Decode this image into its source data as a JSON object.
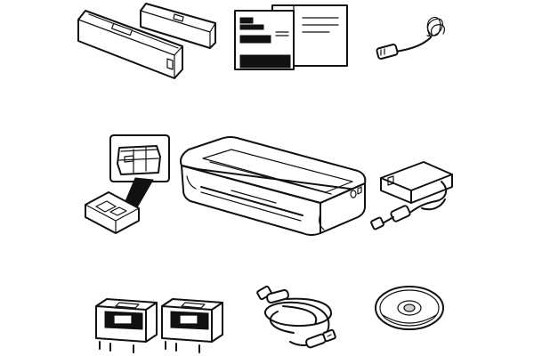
{
  "figure": {
    "kind": "package contents line drawing",
    "colors": {
      "stroke": "#111111",
      "background": "#ffffff",
      "shade": "#cfcfcf"
    }
  },
  "items": [
    {
      "id": "battery-covers",
      "icon": "battery-cover-pair-icon"
    },
    {
      "id": "manuals",
      "icon": "document-stack-icon"
    },
    {
      "id": "power-cord",
      "icon": "power-cord-icon"
    },
    {
      "id": "print-head",
      "icon": "print-head-icon"
    },
    {
      "id": "printer",
      "icon": "portable-printer-icon"
    },
    {
      "id": "ac-adapter",
      "icon": "ac-adapter-icon"
    },
    {
      "id": "ink-tanks",
      "icon": "ink-tank-pair-icon"
    },
    {
      "id": "usb-cable",
      "icon": "usb-cable-icon"
    },
    {
      "id": "setup-cd",
      "icon": "cd-rom-icon"
    }
  ]
}
